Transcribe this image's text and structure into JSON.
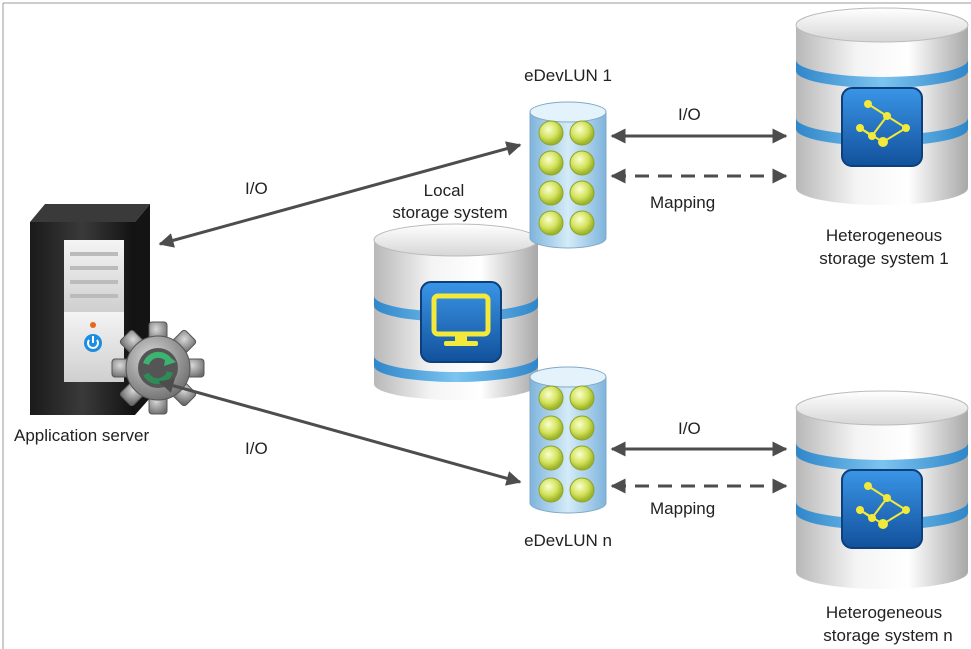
{
  "labels": {
    "edevlun_1": "eDevLUN 1",
    "edevlun_n": "eDevLUN n",
    "local_storage_line1": "Local",
    "local_storage_line2": "storage system",
    "application_server": "Application server",
    "io_top_left": "I/O",
    "io_bottom_left": "I/O",
    "io_top_right": "I/O",
    "io_bottom_right": "I/O",
    "mapping_top": "Mapping",
    "mapping_bottom": "Mapping",
    "hetero_1_line1": "Heterogeneous",
    "hetero_1_line2": "storage system 1",
    "hetero_n_line1": "Heterogeneous",
    "hetero_n_line2": "storage system n"
  },
  "icons": {
    "server": "server-tower-icon",
    "gear": "gear-refresh-icon",
    "local_storage": "database-monitor-icon",
    "lun": "lun-cylinder-icon",
    "hetero_storage": "database-network-icon"
  },
  "colors": {
    "arrow": "#4d4d4d",
    "storage_band": "#4aa3df",
    "icon_tile": "#1e6fc4",
    "icon_yellow": "#f3e93a",
    "lun_body": "#a9cfea",
    "lun_dot": "#cfe06a",
    "server_body": "#2b2b2b",
    "gear": "#8a8a8a"
  }
}
